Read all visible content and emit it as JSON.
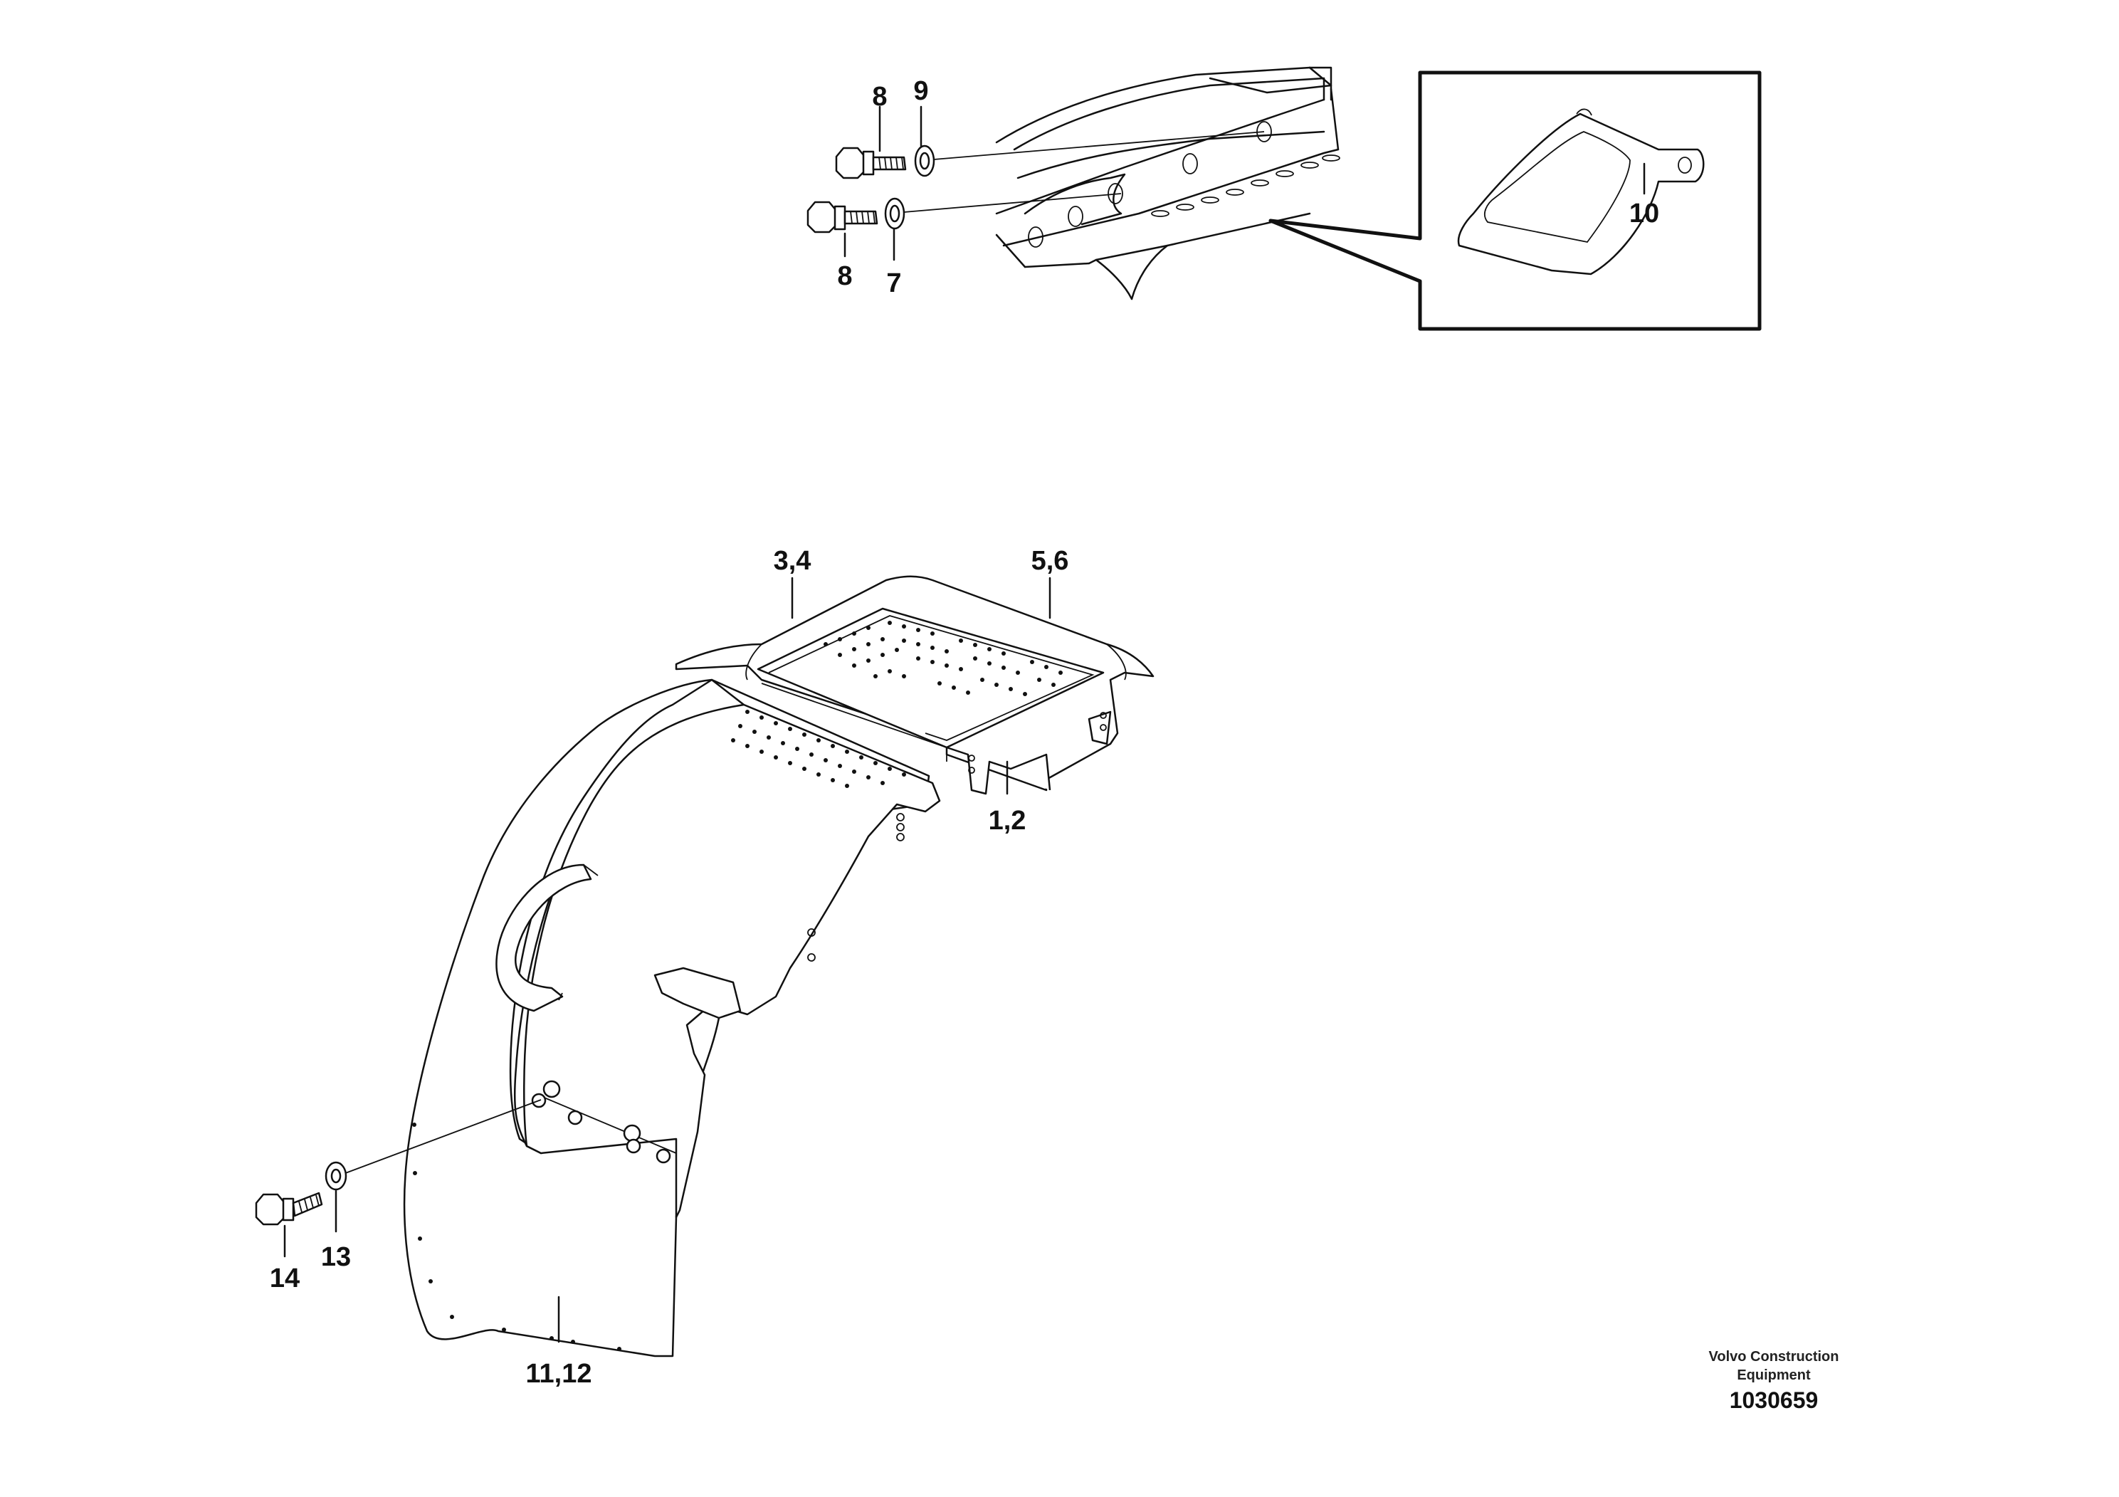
{
  "callouts": {
    "c8_upper": "8",
    "c9": "9",
    "c8_lower": "8",
    "c7": "7",
    "c10": "10",
    "c3_4": "3,4",
    "c5_6": "5,6",
    "c1_2": "1,2",
    "c14": "14",
    "c13": "13",
    "c11_12": "11,12"
  },
  "footer": {
    "maker_line1": "Volvo Construction",
    "maker_line2": "Equipment",
    "document_number": "1030659"
  }
}
